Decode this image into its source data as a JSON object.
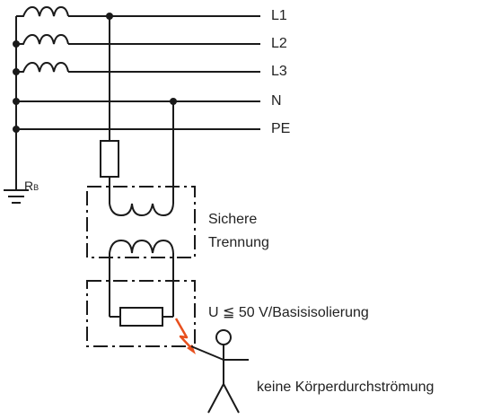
{
  "lines": {
    "l1": "L1",
    "l2": "L2",
    "l3": "L3",
    "n": "N",
    "pe": "PE"
  },
  "earth": {
    "label": "R",
    "subscript": "B"
  },
  "transformer": {
    "line1": "Sichere",
    "line2": "Trennung"
  },
  "voltage_label": "U ≦ 50 V/Basisisolierung",
  "person_label": "keine Körperdurchströmung",
  "colors": {
    "stroke": "#1a1a1a",
    "fault": "#e8501e",
    "text": "#222222"
  }
}
